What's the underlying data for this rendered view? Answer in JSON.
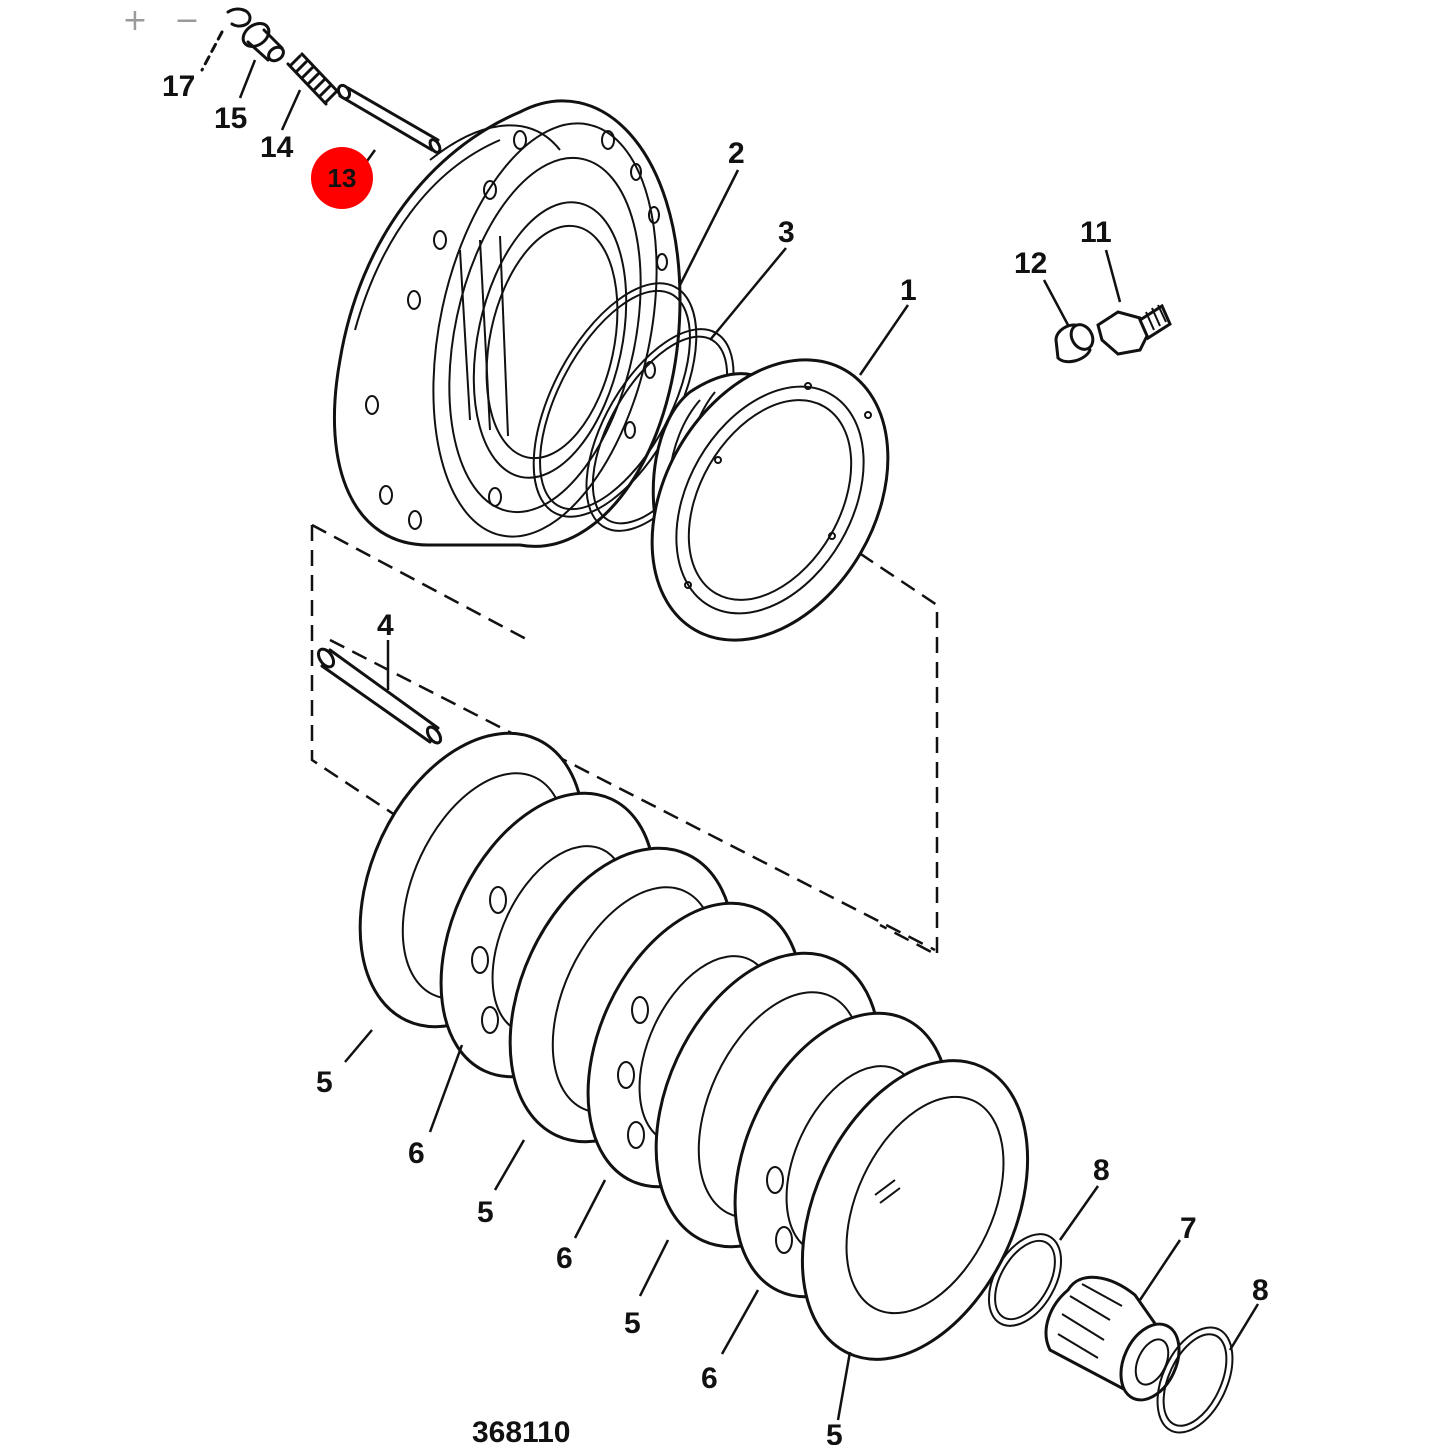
{
  "viewer": {
    "zoom_in": "+",
    "zoom_out": "−"
  },
  "diagram": {
    "drawing_number": "368110",
    "highlight_color": "#ff0000",
    "highlighted_callout": "13",
    "callouts": {
      "c1": "1",
      "c2": "2",
      "c3": "3",
      "c4": "4",
      "c5a": "5",
      "c5b": "5",
      "c5c": "5",
      "c5d": "5",
      "c6a": "6",
      "c6b": "6",
      "c6c": "6",
      "c7": "7",
      "c8a": "8",
      "c8b": "8",
      "c11": "11",
      "c12": "12",
      "c13": "13",
      "c14": "14",
      "c15": "15",
      "c17": "17"
    }
  }
}
